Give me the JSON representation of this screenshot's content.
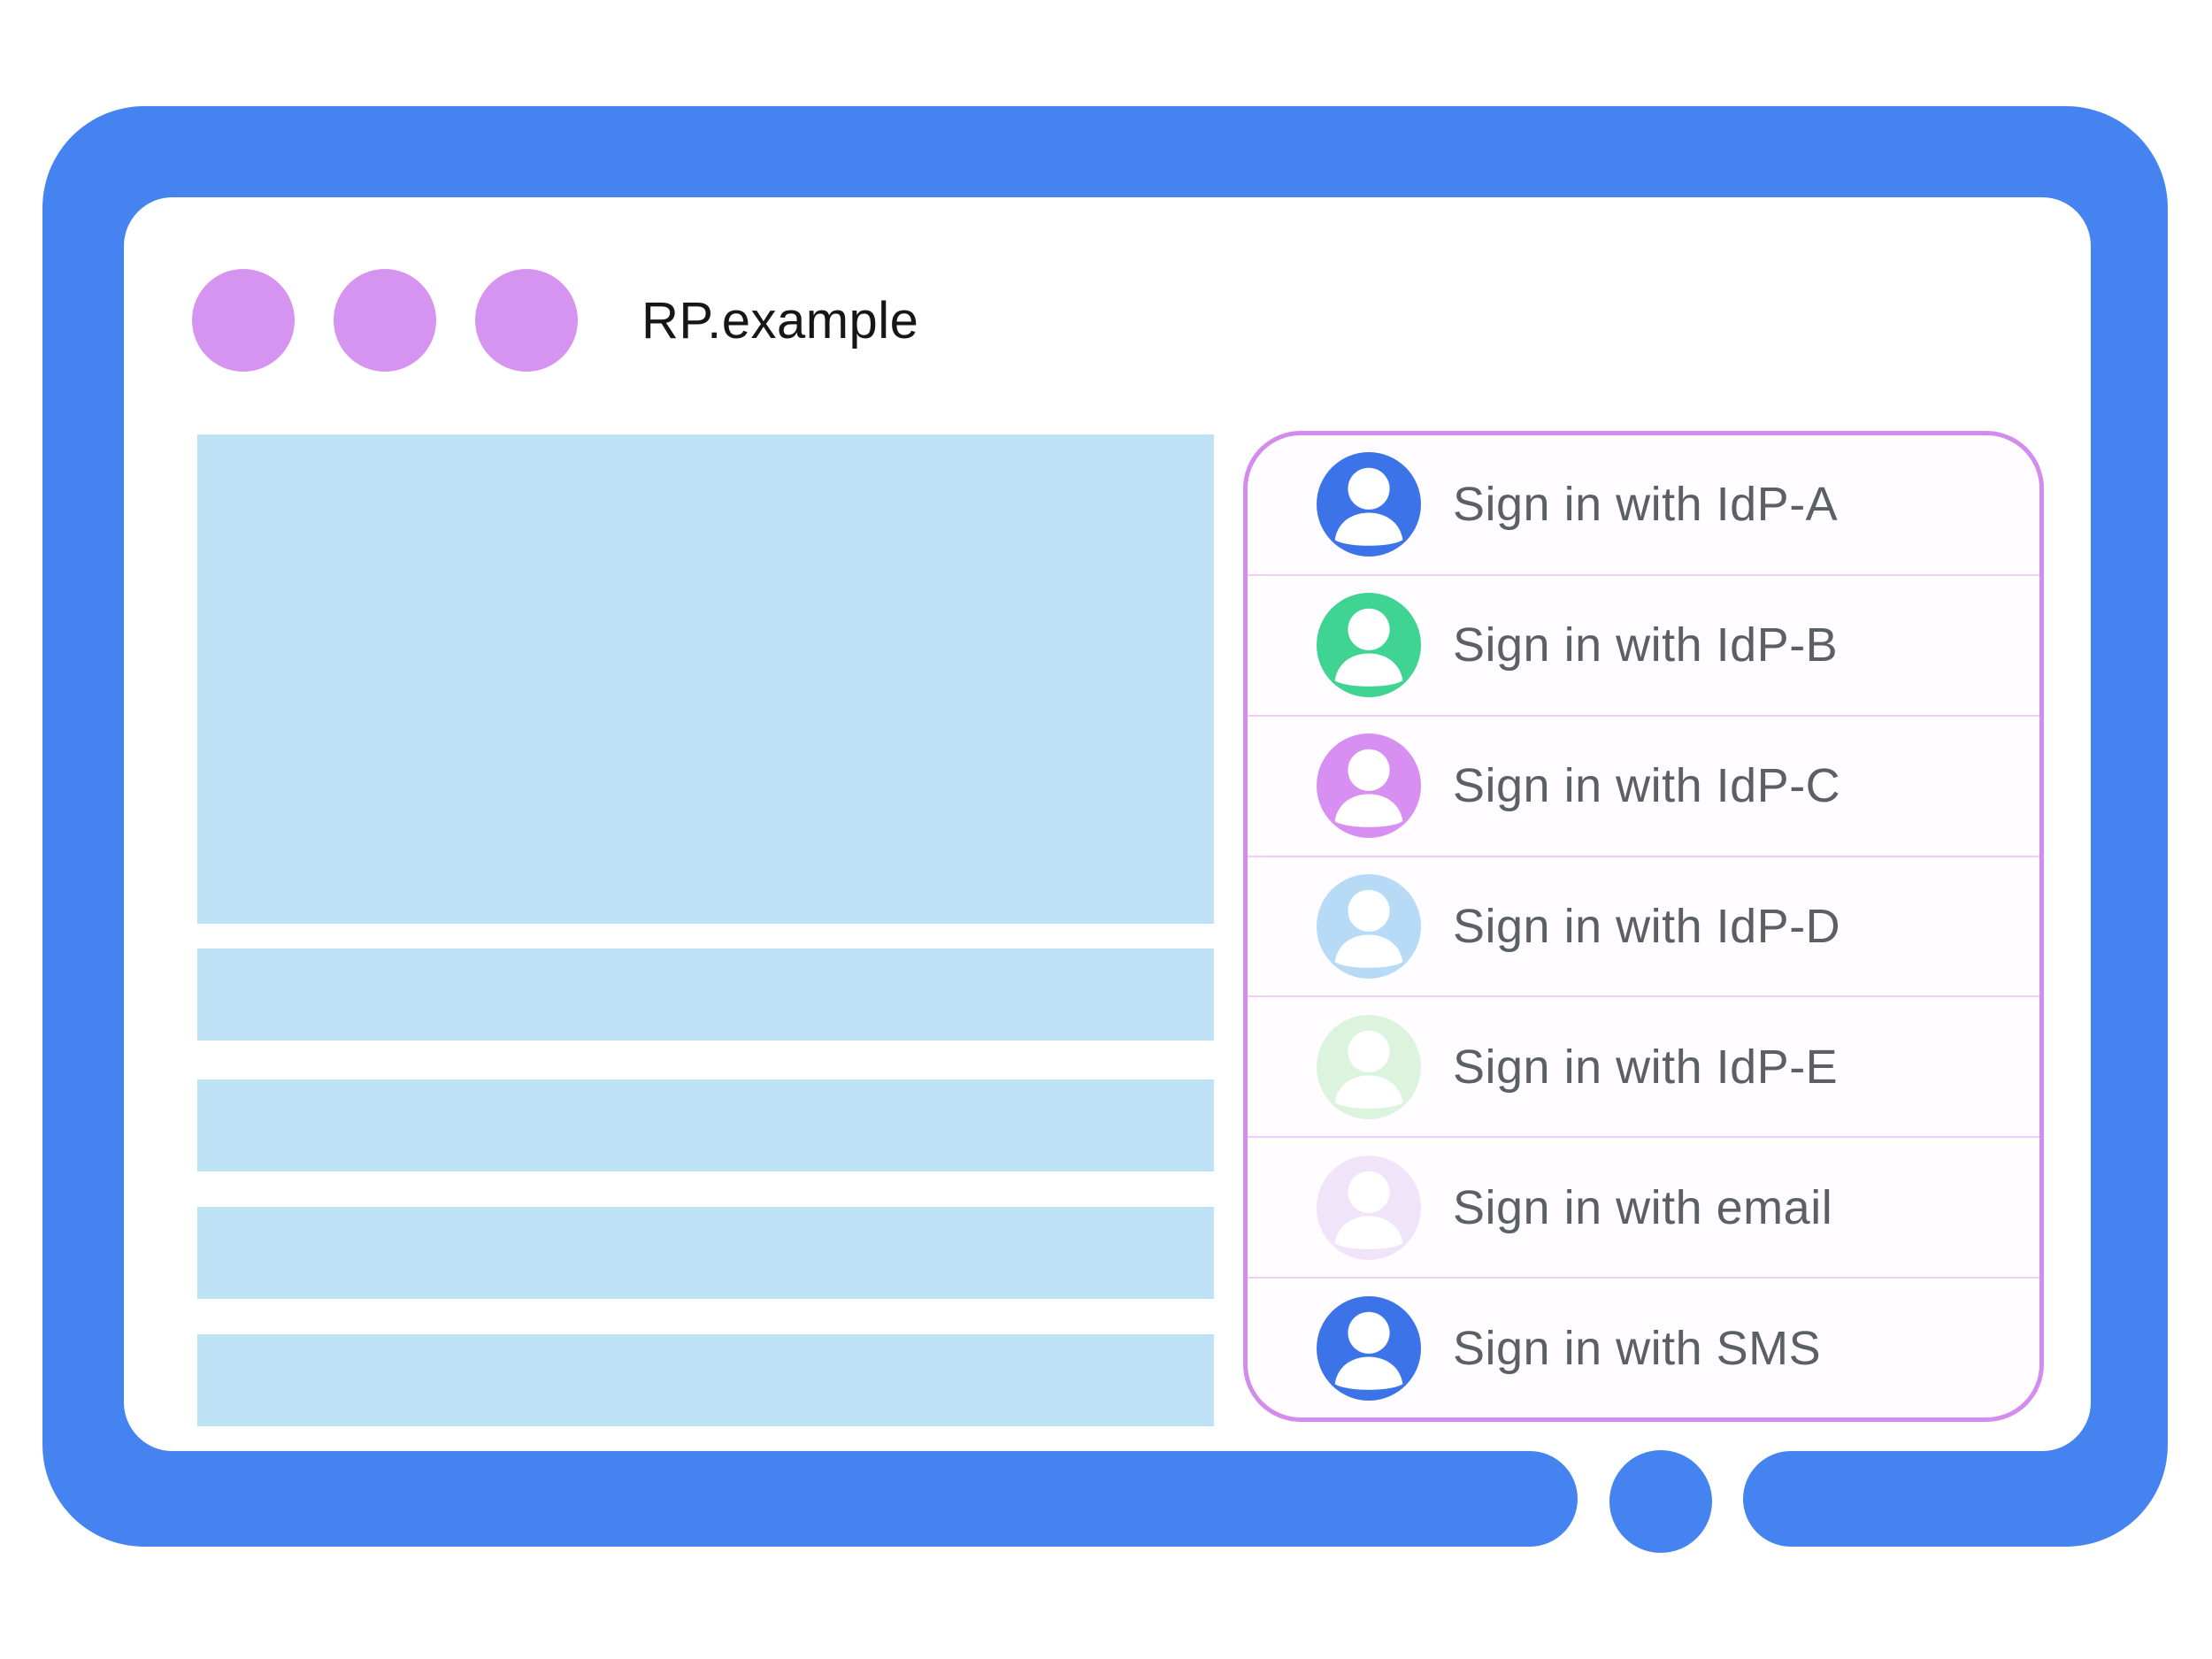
{
  "window": {
    "title": "RP.example",
    "traffic_dot_count": 3
  },
  "signin_panel": {
    "options": [
      {
        "label": "Sign in with IdP-A",
        "avatar_color": "#3d73e9"
      },
      {
        "label": "Sign in with IdP-B",
        "avatar_color": "#3fd492"
      },
      {
        "label": "Sign in with IdP-C",
        "avatar_color": "#d78ff2"
      },
      {
        "label": "Sign in with IdP-D",
        "avatar_color": "#b7dbf7"
      },
      {
        "label": "Sign in with IdP-E",
        "avatar_color": "#dcf4de"
      },
      {
        "label": "Sign in with email",
        "avatar_color": "#f0e4f9"
      },
      {
        "label": "Sign in with SMS",
        "avatar_color": "#3d73e9"
      }
    ]
  },
  "content_skeleton": {
    "hero_block_count": 1,
    "line_block_count": 4,
    "block_color": "#bfe1f6"
  },
  "colors": {
    "frame_blue": "#4583f1",
    "dot_purple": "#d494f0",
    "panel_border_pink": "#d48bee",
    "divider_pink": "#efcdf8",
    "label_gray": "#5b6064",
    "title_black": "#161616",
    "avatar_glyph_white": "#ffffff"
  }
}
